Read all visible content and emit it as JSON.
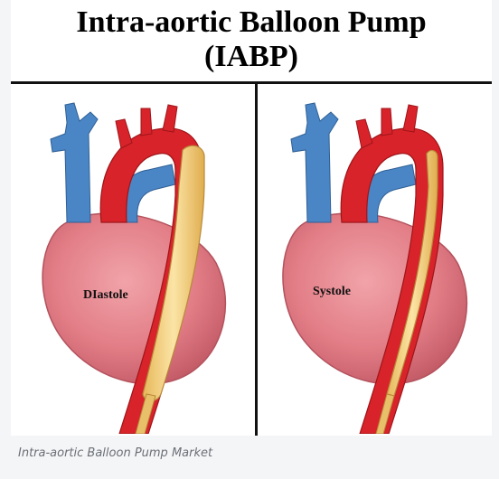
{
  "header": {
    "title_line1": "Intra-aortic Balloon Pump",
    "title_line2": "(IABP)"
  },
  "panels": {
    "left_label": "DIastole",
    "right_label": "Systole"
  },
  "caption": "Intra-aortic Balloon Pump Market",
  "colors": {
    "artery_red": "#d8232a",
    "vein_blue": "#4a86c5",
    "heart_pink": "#e27d86",
    "balloon_yellow": "#f4d48a"
  }
}
